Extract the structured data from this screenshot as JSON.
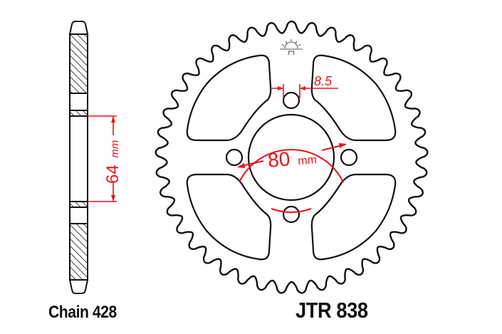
{
  "diagram": {
    "type": "sprocket-technical-drawing",
    "colors": {
      "outline": "#111111",
      "dimension": "#e8141c",
      "background": "#ffffff",
      "logo": "#555555"
    },
    "side_view": {
      "dimension_value": "64",
      "dimension_unit": "mm",
      "description": "side profile cross-section with hatched areas"
    },
    "front_view": {
      "teeth": 41,
      "pcd_value": "80",
      "pcd_unit": "mm",
      "bolt_hole_value": "8.5",
      "bolt_holes": 4,
      "cutouts": 4
    },
    "labels": {
      "chain": "Chain 428",
      "part_number": "JTR 838"
    },
    "icons": [
      "jt-sprockets-logo-icon"
    ]
  }
}
